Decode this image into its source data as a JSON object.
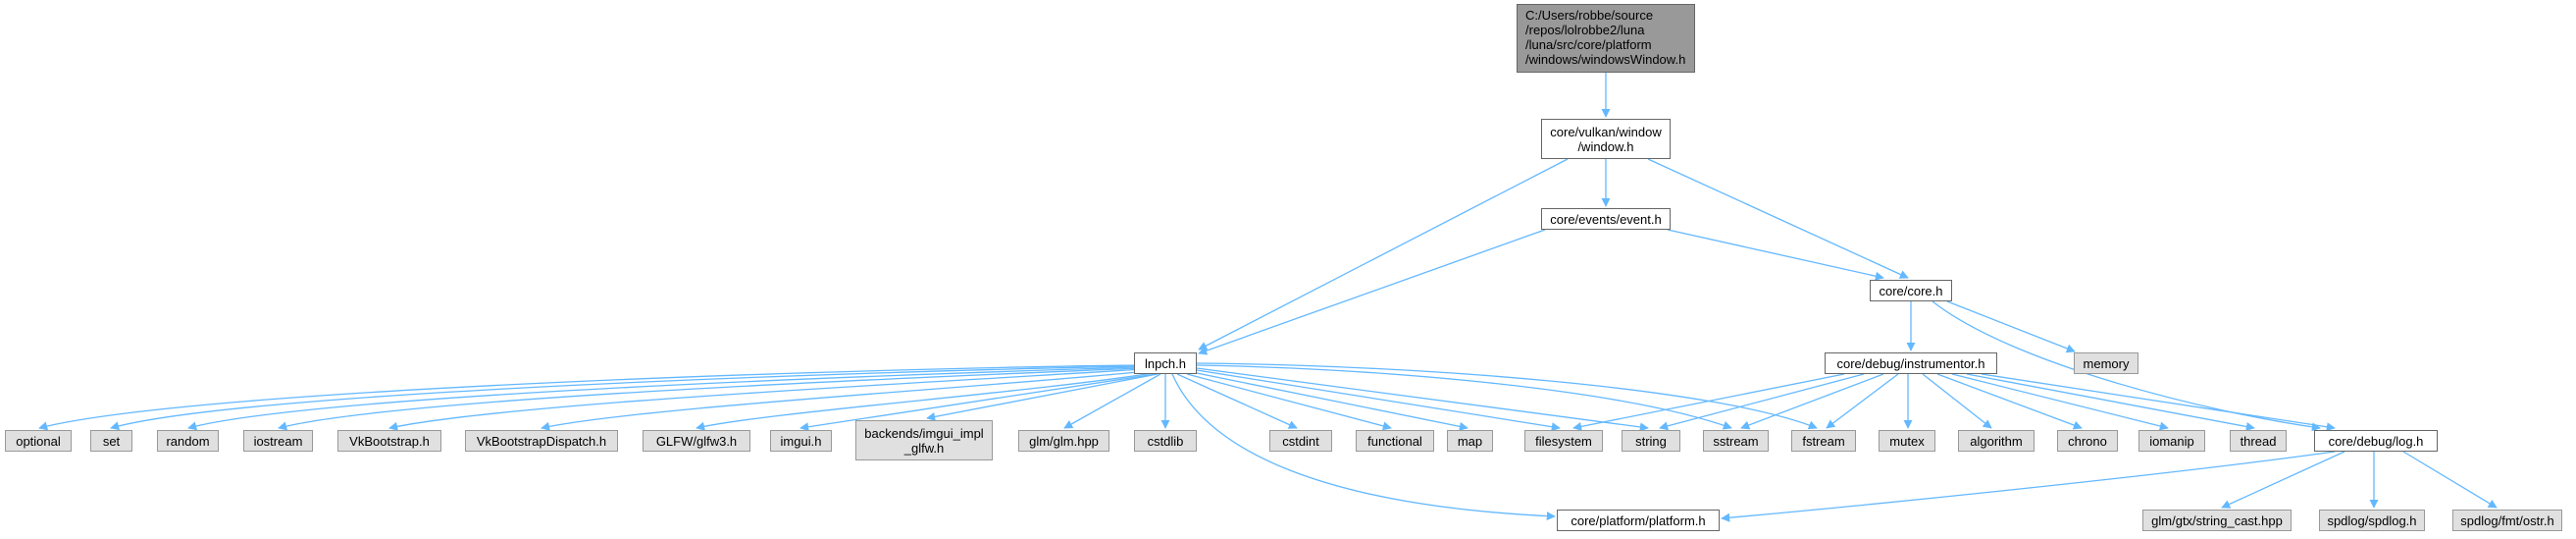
{
  "colors": {
    "edge": "#63b8ff",
    "node_border_local": "#666666",
    "node_border_system": "#999999",
    "node_fill_system": "#e0e0e0",
    "node_fill_root": "#999999"
  },
  "nodes": {
    "root": "C:/Users/robbe/source\n/repos/lolrobbe2/luna\n/luna/src/core/platform\n/windows/windowsWindow.h",
    "window": "core/vulkan/window\n/window.h",
    "event": "core/events/event.h",
    "core": "core/core.h",
    "lnpch": "lnpch.h",
    "memory": "memory",
    "instrumentor": "core/debug/instrumentor.h",
    "optional": "optional",
    "set": "set",
    "random": "random",
    "iostream": "iostream",
    "vkbootstrap": "VkBootstrap.h",
    "vkbootstrapdispatch": "VkBootstrapDispatch.h",
    "glfw": "GLFW/glfw3.h",
    "imgui": "imgui.h",
    "imgui_glfw": "backends/imgui_impl\n_glfw.h",
    "glm": "glm/glm.hpp",
    "cstdlib": "cstdlib",
    "cstdint": "cstdint",
    "functional": "functional",
    "map": "map",
    "filesystem": "filesystem",
    "string": "string",
    "sstream": "sstream",
    "fstream": "fstream",
    "mutex": "mutex",
    "algorithm": "algorithm",
    "chrono": "chrono",
    "iomanip": "iomanip",
    "thread": "thread",
    "log": "core/debug/log.h",
    "platform": "core/platform/platform.h",
    "string_cast": "glm/gtx/string_cast.hpp",
    "spdlog": "spdlog/spdlog.h",
    "ostr": "spdlog/fmt/ostr.h"
  }
}
